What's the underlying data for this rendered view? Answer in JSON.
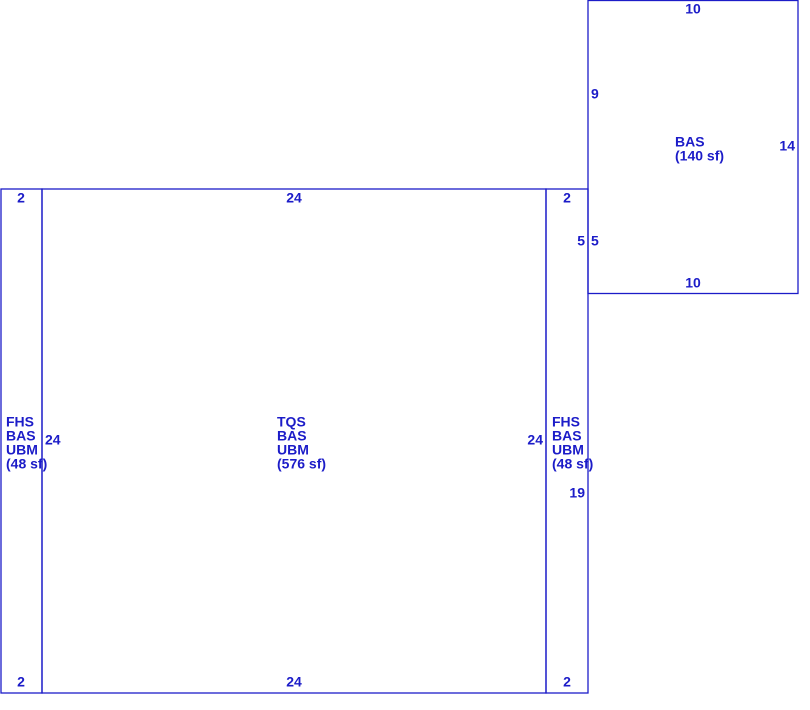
{
  "colors": {
    "line": "#1c1cc8",
    "text": "#1c1cc8",
    "background": "#ffffff"
  },
  "areas": {
    "left_wing": {
      "lines": [
        "FHS",
        "BAS",
        "UBM",
        "(48 sf)"
      ]
    },
    "main": {
      "lines": [
        "TQS",
        "BAS",
        "UBM",
        "(576 sf)"
      ]
    },
    "right_wing": {
      "lines": [
        "FHS",
        "BAS",
        "UBM",
        "(48 sf)"
      ]
    },
    "addition": {
      "lines": [
        "BAS",
        "(140 sf)"
      ]
    }
  },
  "dimensions": {
    "left_wing": {
      "top": "2",
      "bottom": "2",
      "right": "24"
    },
    "main": {
      "top": "24",
      "bottom": "24",
      "right": "24"
    },
    "right_wing": {
      "top": "2",
      "bottom": "2",
      "right_upper": "5",
      "right_lower": "19"
    },
    "addition": {
      "top": "10",
      "bottom": "10",
      "right": "14",
      "left_upper": "9",
      "left_lower": "5"
    }
  }
}
